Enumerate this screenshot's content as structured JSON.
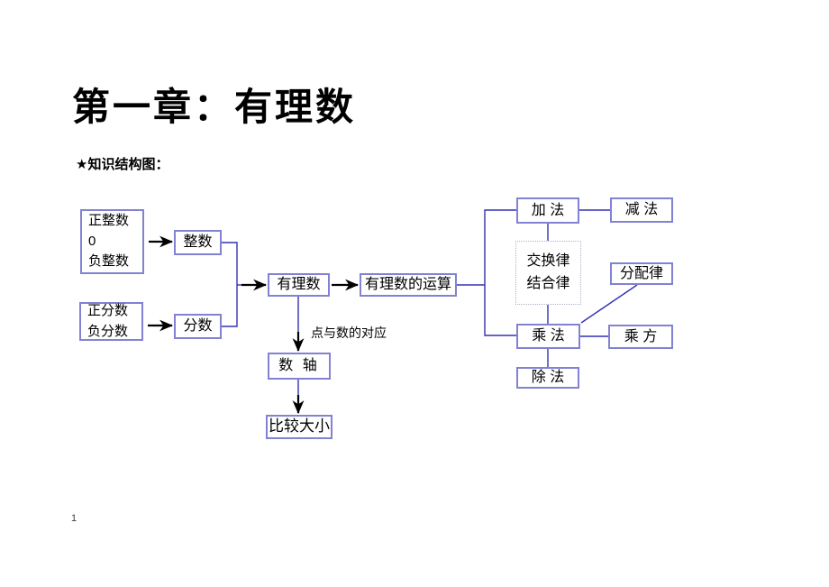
{
  "page": {
    "title": "第一章：有理数",
    "section_heading": "★知识结构图：",
    "page_number": "1"
  },
  "diagram": {
    "boxes": {
      "integer_parts": "正整数\n0\n负整数",
      "integers": "整数",
      "fraction_parts": "正分数\n负分数",
      "fractions": "分数",
      "rational": "有理数",
      "operations": "有理数的运算",
      "number_line": "数 轴",
      "compare": "比较大小",
      "addition": "加 法",
      "subtraction": "减 法",
      "laws": "交换律\n结合律",
      "distributive": "分配律",
      "multiplication": "乘 法",
      "power": "乘 方",
      "division": "除 法"
    },
    "edge_label": "点与数的对应",
    "colors": {
      "box_border": "#8282d2",
      "connector_line": "#3232b4",
      "arrow": "#000000"
    }
  }
}
